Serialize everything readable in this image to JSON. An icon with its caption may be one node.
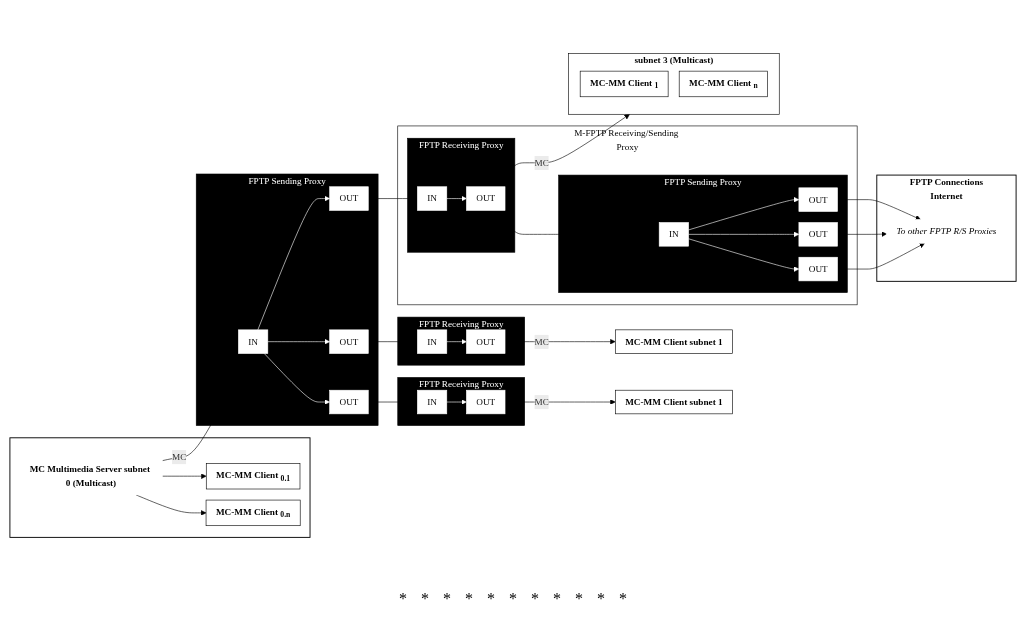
{
  "diagram": {
    "nodes": [
      {
        "text": [],
        "shape": "box"
      },
      {
        "text": [
          "MC-MM Client $_{0.1}$"
        ],
        "in": 0
      },
      {
        "text": [
          "MC Multimedia Server subnet 0 (Multicast)"
        ],
        "in": 0
      },
      {
        "text": [
          "MC-MM Client $_{0.n}$"
        ],
        "in": 0
      },
      {
        "text": [
          "FPTP Sending Proxy"
        ]
      },
      {
        "text": [
          "IN"
        ],
        "in": 4
      },
      {
        "text": [
          "OUT"
        ],
        "in": 4
      },
      {
        "text": [
          "OUT"
        ],
        "in": 4
      },
      {
        "text": [
          "OUT"
        ],
        "in": 4
      },
      {
        "text": [
          "FPTP Connections",
          "Internet"
        ]
      },
      {
        "text": [
          "To other FPTP R/S Proxies"
        ],
        "in": 9
      },
      {
        "text": [
          "FPTP Receiving Proxy"
        ]
      },
      {
        "text": [
          "IN"
        ],
        "in": 11
      },
      {
        "text": [
          "OUT"
        ],
        "in": 11
      },
      {
        "text": [
          "MC-MM Client subnet 1"
        ]
      },
      {
        "text": [
          "FPTP Receiving Proxy"
        ]
      },
      {
        "text": [
          "IN"
        ],
        "in": 15
      },
      {
        "text": [
          "OUT"
        ],
        "in": 15
      },
      {
        "text": [
          "MC-MM Client subnet 1"
        ]
      },
      {
        "text": [
          "M-FPTP Receiving/Sending Proxy"
        ]
      },
      {
        "text": [
          "FPTP Receiving Proxy"
        ],
        "in": 19
      },
      {
        "text": [
          "IN"
        ],
        "in": 20
      },
      {
        "text": [
          "OUT"
        ],
        "in": 20
      },
      {
        "text": [
          "FPTP Sending Proxy"
        ],
        "in": 19
      },
      {
        "text": [
          "OUT"
        ],
        "in": 23
      },
      {
        "text": [
          "OUT"
        ],
        "in": 23
      },
      {
        "text": [
          "OUT"
        ],
        "in": 23
      },
      {
        "text": [
          "IN"
        ],
        "in": 23
      },
      {
        "text": [
          "subnet 3 (Multicast)"
        ]
      },
      {
        "text": [
          "MC-MM Client $_{1}$"
        ],
        "in": 28
      },
      {
        "text": [
          "MC-MM Client $_{n}$"
        ],
        "in": 28
      }
    ],
    "edges": [
      {
        "from": 2,
        "to": 1,
        "arrow": "to"
      },
      {
        "from": 2,
        "to": 3,
        "arrow": "to"
      },
      {
        "from": 2,
        "to": 5,
        "arrow": "to",
        "label": "MC"
      },
      {
        "from": 5,
        "to": 6,
        "arrow": "to",
        "color": "#ffffff"
      },
      {
        "from": 5,
        "to": 7,
        "arrow": "to",
        "color": "#ffffff"
      },
      {
        "from": 5,
        "to": 8,
        "arrow": "to",
        "color": "#ffffff"
      },
      {
        "from": 6,
        "to": 12,
        "arrow": "to"
      },
      {
        "from": 7,
        "to": 16,
        "arrow": "to"
      },
      {
        "from": 8,
        "to": 21,
        "arrow": "to"
      },
      {
        "from": 12,
        "to": 13,
        "arrow": "to",
        "color": "#ffffff"
      },
      {
        "from": 13,
        "to": 14,
        "arrow": "to",
        "label": "MC"
      },
      {
        "from": 16,
        "to": 17,
        "arrow": "to",
        "color": "#ffffff"
      },
      {
        "from": 17,
        "to": 18,
        "arrow": "to",
        "label": "MC"
      },
      {
        "from": 21,
        "to": 22,
        "arrow": "to",
        "color": "#ffffff"
      },
      {
        "from": 22,
        "to": 28,
        "arrow": "to",
        "label": "MC"
      },
      {
        "from": 22,
        "to": 27,
        "arrow": "to"
      },
      {
        "from": 27,
        "to": 24,
        "arrow": "to",
        "color": "#ffffff"
      },
      {
        "from": 27,
        "to": 25,
        "arrow": "to",
        "color": "#ffffff"
      },
      {
        "from": 27,
        "to": 26,
        "arrow": "to",
        "color": "#ffffff"
      },
      {
        "from": 24,
        "to": 10,
        "arrow": "to"
      },
      {
        "from": 25,
        "to": 10,
        "arrow": "to"
      },
      {
        "from": 26,
        "to": 10,
        "arrow": "to"
      }
    ],
    "labels": [
      "*",
      "*",
      "*",
      "*",
      "*",
      "*",
      "*",
      "*",
      "*",
      "*",
      "*"
    ]
  }
}
